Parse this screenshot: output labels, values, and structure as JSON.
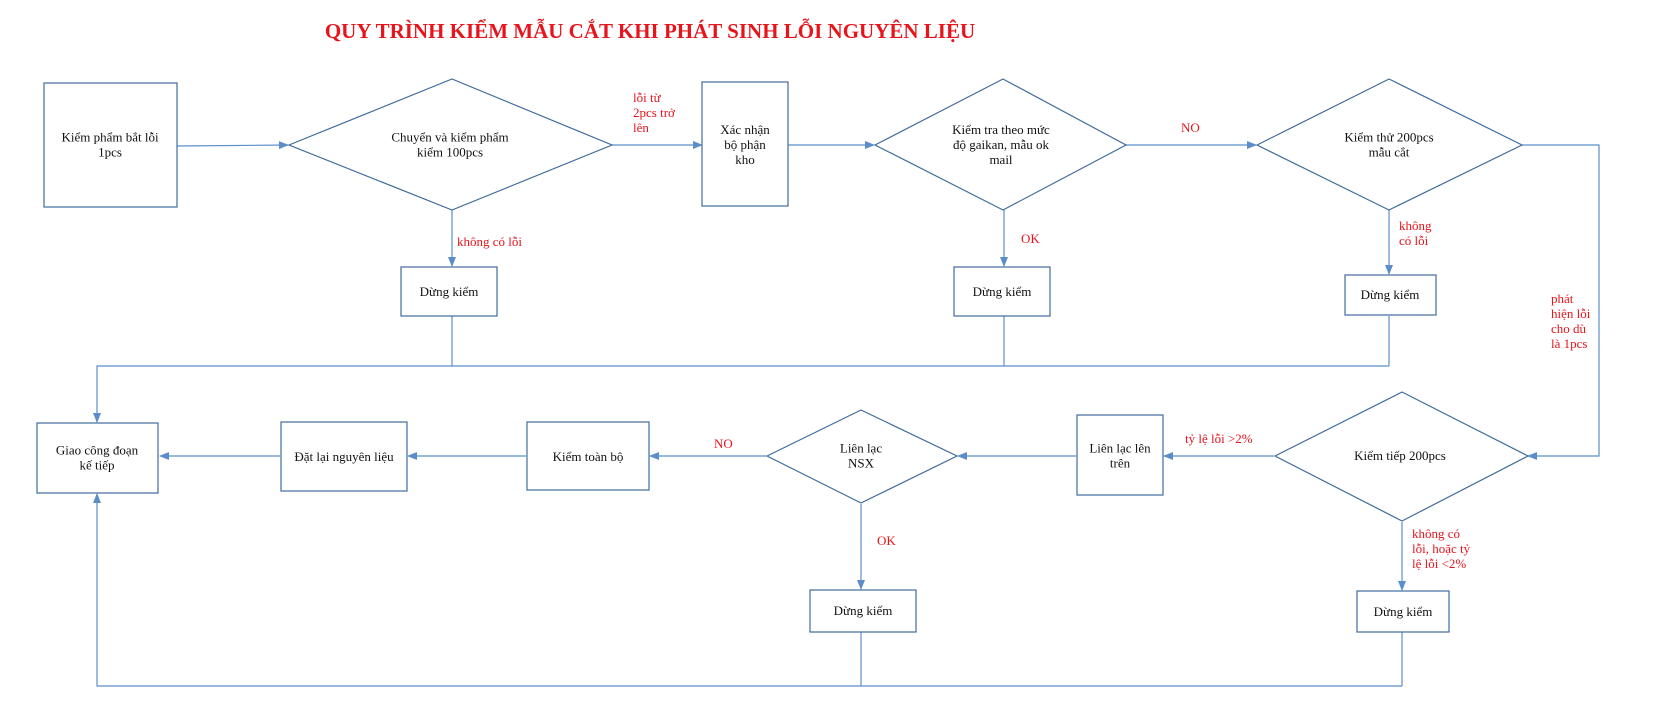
{
  "title": "QUY TRÌNH KIỂM MẪU CẮT KHI PHÁT SINH LỖI NGUYÊN LIỆU",
  "colors": {
    "title": "#e8141c",
    "edge_label": "#e8141c",
    "line": "#5b8ec9",
    "box_border": "#3f6b9e"
  },
  "nodes": {
    "start": [
      "Kiểm phẩm bắt lỗi",
      "1pcs"
    ],
    "check100": [
      "Chuyển và kiểm phẩm",
      "kiểm 100pcs"
    ],
    "warehouse": [
      "Xác nhận",
      "bộ phận",
      "kho"
    ],
    "gaikan": [
      "Kiểm tra theo mức",
      "độ gaikan, mẫu ok",
      "mail"
    ],
    "test200": [
      "Kiểm thử 200pcs",
      "mẫu cắt"
    ],
    "stop1": [
      "Dừng kiểm"
    ],
    "stop2": [
      "Dừng kiểm"
    ],
    "stop3": [
      "Dừng kiểm"
    ],
    "next_process": [
      "Giao công đoạn",
      "kế tiếp"
    ],
    "reset_material": [
      "Đặt lại nguyên liệu"
    ],
    "full_check": [
      "Kiểm toàn bộ"
    ],
    "contact_nsx": [
      "Liên lạc",
      "NSX"
    ],
    "contact_up": [
      "Liên lạc lên",
      "trên"
    ],
    "next200": [
      "Kiểm tiếp 200pcs"
    ],
    "stop4": [
      "Dừng kiểm"
    ],
    "stop5": [
      "Dừng kiểm"
    ]
  },
  "edge_labels": {
    "err2": [
      "lỗi từ",
      "2pcs trở",
      "lên"
    ],
    "no_err1": [
      "không có lỗi"
    ],
    "no1": [
      "NO"
    ],
    "ok1": [
      "OK"
    ],
    "no_err2": [
      "không",
      "có lỗi"
    ],
    "found": [
      "phát",
      "hiện lỗi",
      "cho dù",
      "là 1pcs"
    ],
    "rate_high": [
      "tỷ lệ lỗi >2%"
    ],
    "no2": [
      "NO"
    ],
    "ok2": [
      "OK"
    ],
    "rate_low": [
      "không có",
      "lỗi, hoặc tỷ",
      "lệ lỗi <2%"
    ]
  }
}
